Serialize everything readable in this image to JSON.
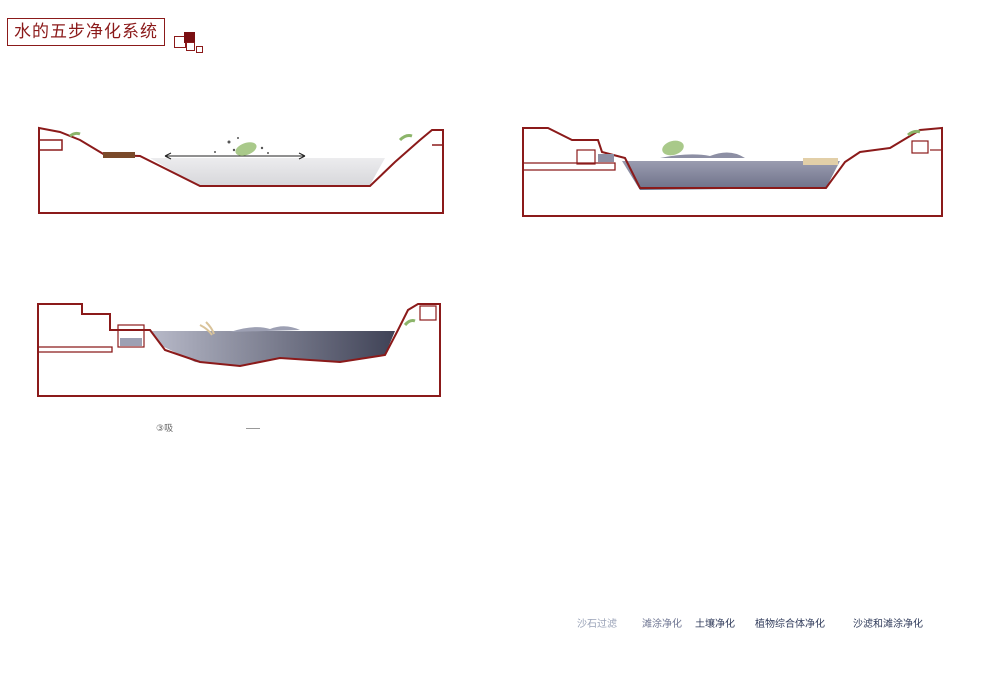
{
  "title": "水的五步净化系统",
  "note": "③吸",
  "stages": [
    {
      "label": "沙石过滤",
      "tone": "light"
    },
    {
      "label": "滩涂净化",
      "tone": "mid"
    },
    {
      "label": "土壤净化",
      "tone": "dark"
    },
    {
      "label": "植物综合体净化",
      "tone": "dark"
    },
    {
      "label": "沙滤和滩涂净化",
      "tone": "dark"
    }
  ],
  "colors": {
    "frame": "#8b1a1a",
    "water_light": "#e4e4e6",
    "water_mid": "#9497ad",
    "water_dark": "#4b4e60",
    "leaf": "#a9c98a"
  }
}
